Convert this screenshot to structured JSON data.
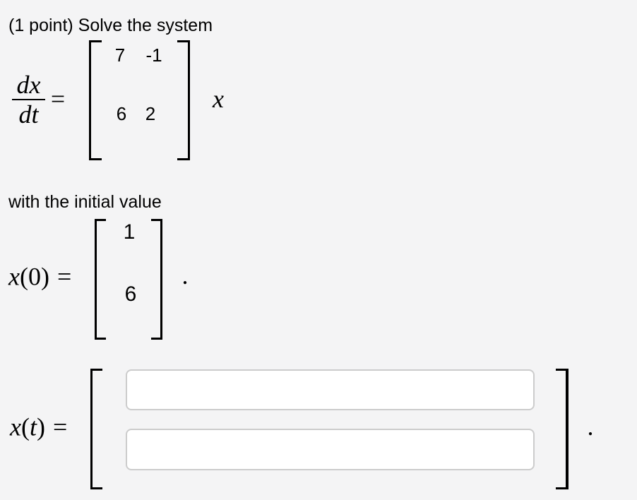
{
  "colors": {
    "background": "#f4f4f5",
    "text": "#000000",
    "bracket": "#000000",
    "input_border": "#cccccc",
    "input_background": "#ffffff"
  },
  "header": {
    "points": "(1 point)",
    "instruction": "Solve the system"
  },
  "system": {
    "numerator": "dx",
    "denominator": "dt",
    "equals": "=",
    "matrix_rows": [
      [
        "7",
        "-1"
      ],
      [
        "6",
        "2"
      ]
    ],
    "vector_symbol": "x"
  },
  "initial_value": {
    "intro": "with the initial value",
    "var": "x",
    "open_paren": "(",
    "arg": "0",
    "close_paren": ")",
    "equals": "=",
    "vector": [
      "1",
      "6"
    ],
    "period": "."
  },
  "answer": {
    "var": "x",
    "open_paren": "(",
    "arg": "t",
    "close_paren": ")",
    "equals": "=",
    "inputs": [
      {
        "value": ""
      },
      {
        "value": ""
      }
    ],
    "period": "."
  }
}
